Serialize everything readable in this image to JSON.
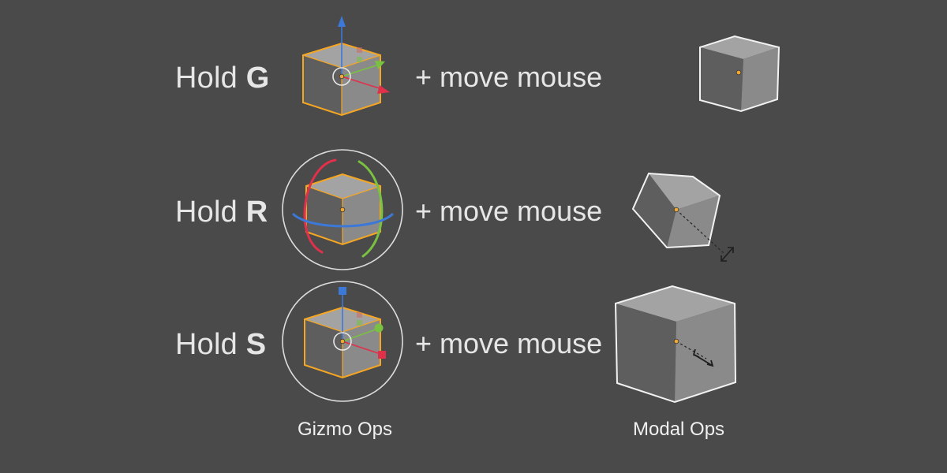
{
  "rows": [
    {
      "hold_word": "Hold",
      "key": "G",
      "action": "+ move mouse"
    },
    {
      "hold_word": "Hold",
      "key": "R",
      "action": "+ move mouse"
    },
    {
      "hold_word": "Hold",
      "key": "S",
      "action": "+ move mouse"
    }
  ],
  "captions": {
    "gizmo": "Gizmo Ops",
    "modal": "Modal Ops"
  },
  "colors": {
    "background": "#4a4a4a",
    "text": "#e6e6e6",
    "selection_outline": "#f5a623",
    "outline_white": "#f2f2f2",
    "axis_x": "#e0304a",
    "axis_y": "#7ac142",
    "axis_z": "#3c78d8",
    "origin": "#f0a830",
    "cube_top": "#a3a3a3",
    "cube_left": "#5e5e5e",
    "cube_right": "#8a8a8a"
  }
}
